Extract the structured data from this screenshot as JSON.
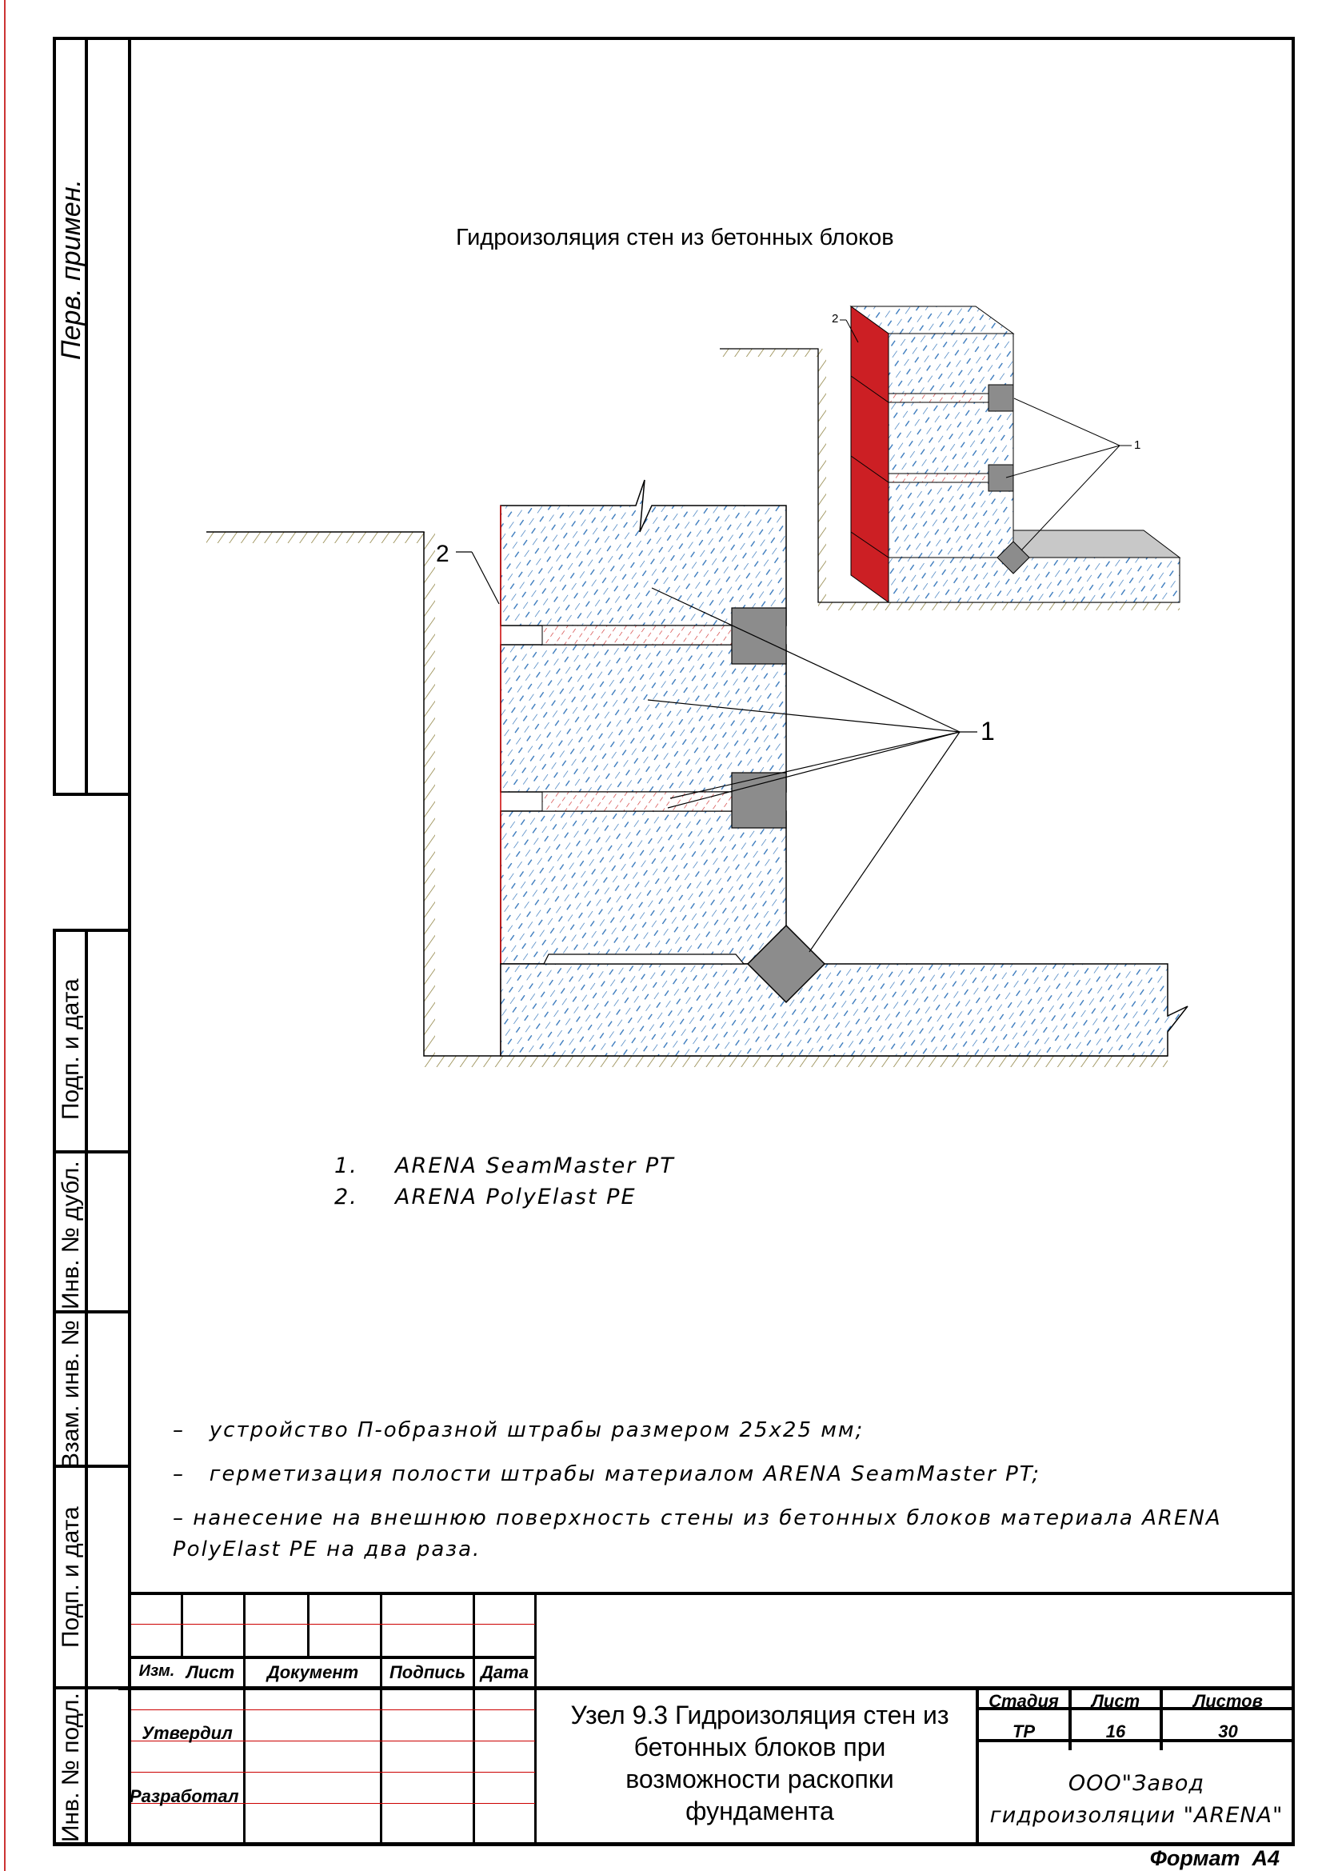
{
  "side_stamps": {
    "perv_primen": "Перв. примен.",
    "podp_data_1": "Подп. и дата",
    "inv_dubl": "Инв. № дубл.",
    "vzam_inv": "Взам. инв. №",
    "podp_data_2": "Подп. и дата",
    "inv_podl": "Инв. № подл."
  },
  "drawing": {
    "title": "Гидроизоляция стен из бетонных блоков",
    "callout_1": "1",
    "callout_2": "2"
  },
  "legend": [
    {
      "num": "1.",
      "text": "ARENA SeamMaster PT"
    },
    {
      "num": "2.",
      "text": "ARENA PolyElast PE"
    }
  ],
  "notes": [
    "–   устройство П-образной штрабы размером 25х25 мм;",
    "–   герметизация полости штрабы материалом ARENA SeamMaster PT;",
    "– нанесение на внешнюю поверхность стены из бетонных блоков материала ARENA",
    "PolyElast PE на два раза."
  ],
  "title_block": {
    "headers": {
      "izm": "Изм.",
      "list": "Лист",
      "document": "Документ",
      "podpis": "Подпись",
      "data": "Дата"
    },
    "roles": {
      "approved": "Утвердил",
      "developed": "Разработал"
    },
    "sheet_title": "Узел 9.3 Гидроизоляция стен из бетонных блоков при возможности раскопки фундамента",
    "stage_label": "Стадия",
    "sheet_label": "Лист",
    "sheets_label": "Листов",
    "stage": "ТР",
    "sheet": "16",
    "sheets": "30",
    "company": "ООО\"Завод гидроизоляции \"ARENA\"",
    "format": "Формат  А4"
  },
  "colors": {
    "hatch": "#2a6fb8",
    "membrane": "#cc1f24",
    "sealant": "#8c8c8c",
    "ground": "#8a7d3a"
  }
}
